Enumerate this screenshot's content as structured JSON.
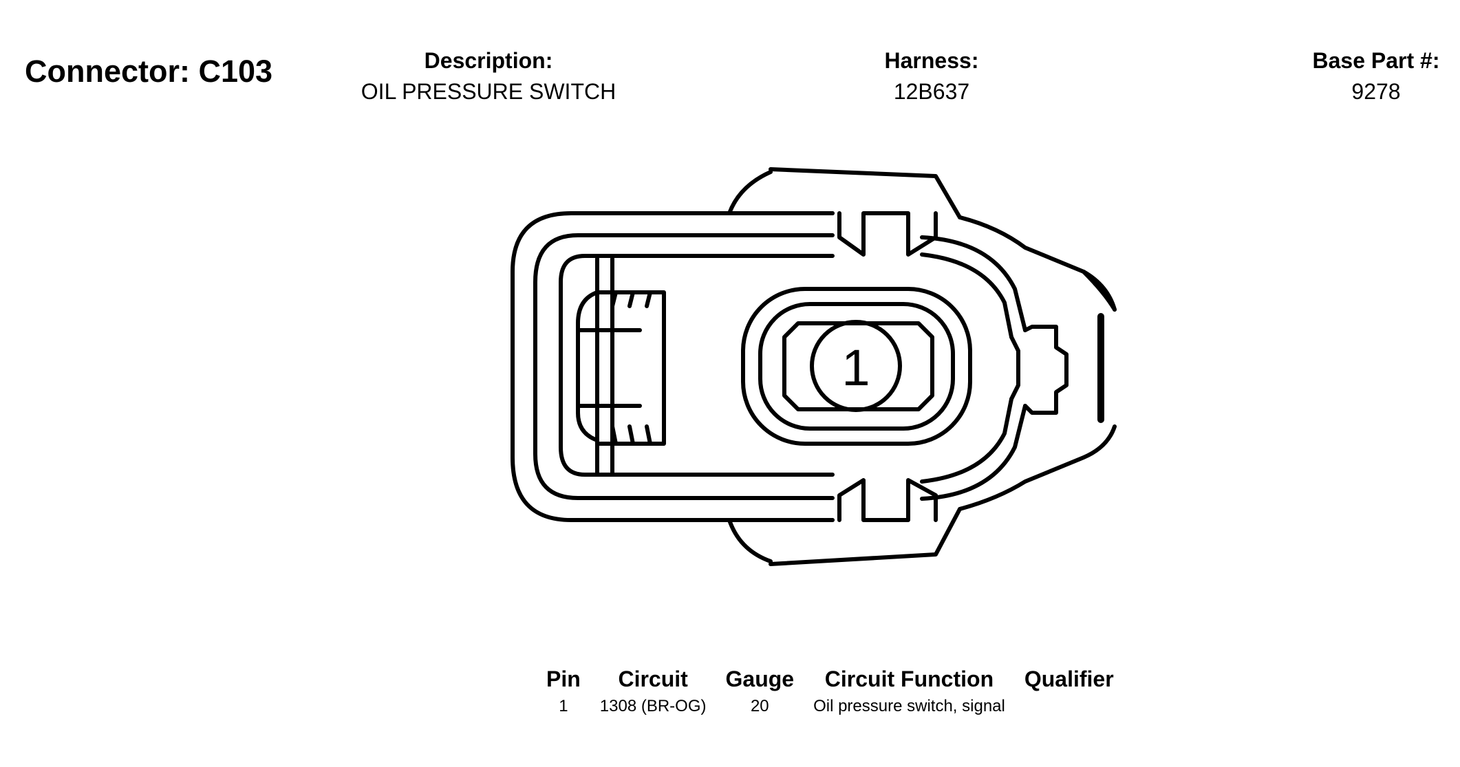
{
  "connector": {
    "label": "Connector: C103"
  },
  "header": {
    "description": {
      "label": "Description:",
      "value": "OIL PRESSURE SWITCH"
    },
    "harness": {
      "label": "Harness:",
      "value": "12B637"
    },
    "base_part": {
      "label": "Base Part #:",
      "value": "9278"
    }
  },
  "diagram": {
    "pin_label": "1"
  },
  "pin_table": {
    "headers": [
      "Pin",
      "Circuit",
      "Gauge",
      "Circuit Function",
      "Qualifier"
    ],
    "rows": [
      {
        "pin": "1",
        "circuit": "1308 (BR-OG)",
        "gauge": "20",
        "function": "Oil pressure switch, signal",
        "qualifier": ""
      }
    ]
  }
}
